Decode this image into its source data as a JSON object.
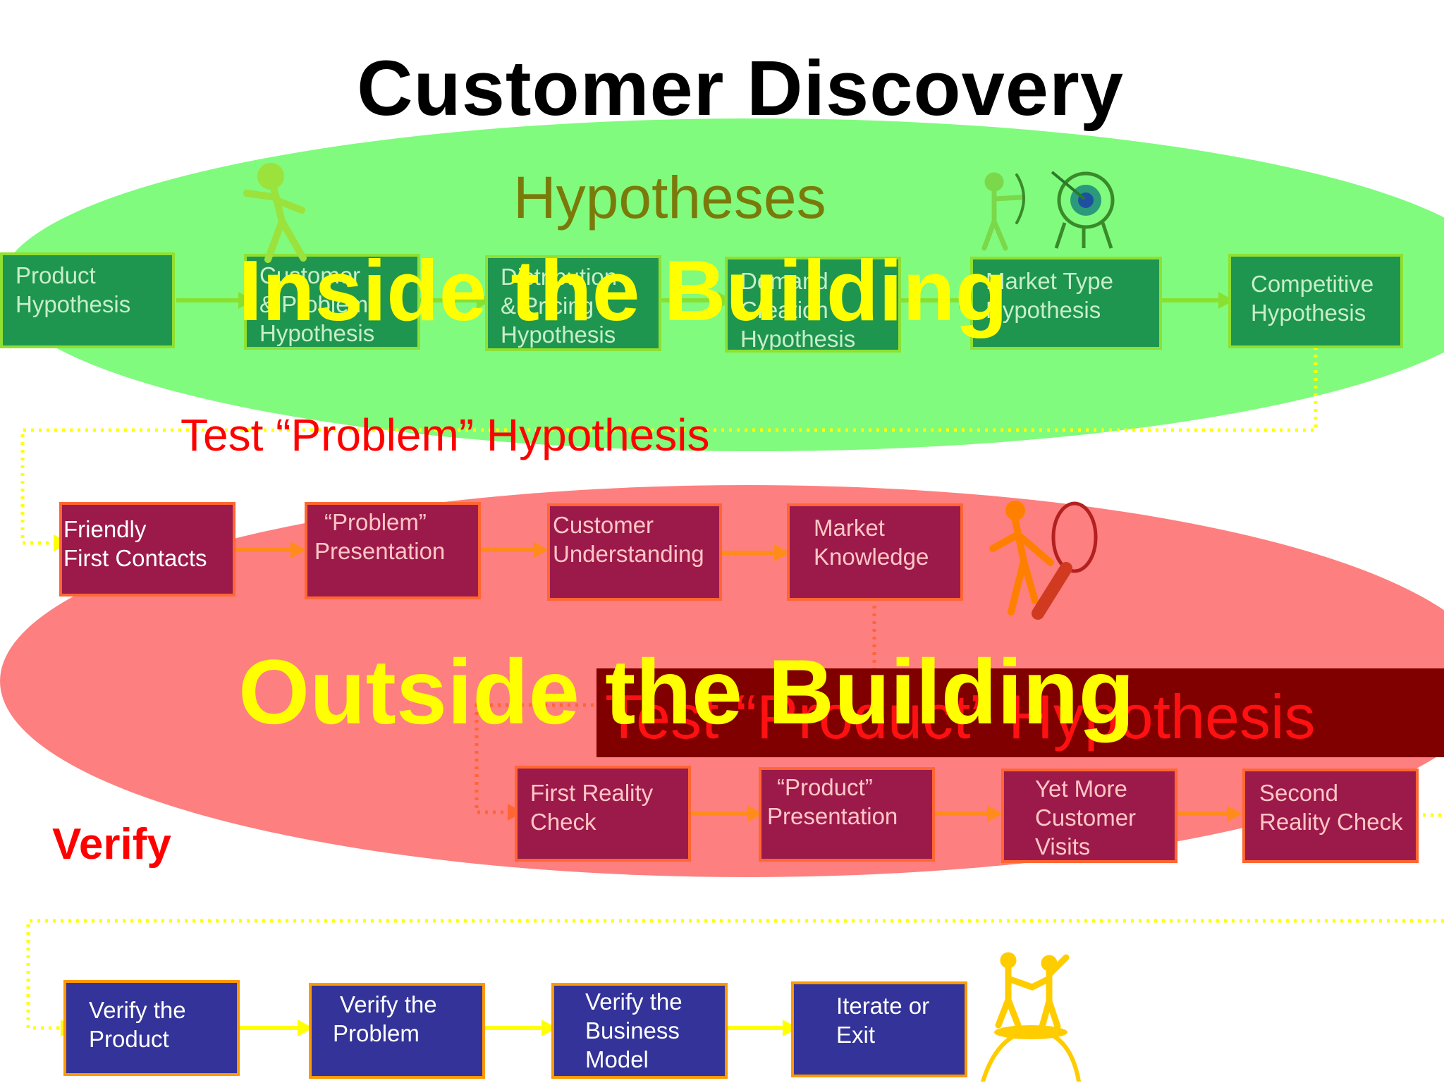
{
  "title": "Customer Discovery",
  "hypotheses_label": "Hypotheses",
  "inside_label": "Inside the Building",
  "outside_label": "Outside the Building",
  "test_problem_label": "Test “Problem” Hypothesis",
  "test_product_label": "Test “Product” Hypothesis",
  "verify_label": "Verify",
  "colors": {
    "green_ellipse": "#80fb7e",
    "red_ellipse": "#fd7f7f",
    "hypothesis_box": "#1e9650",
    "test_box": "#9c1a4a",
    "verify_box": "#333399",
    "overlay_text": "#ffff00"
  },
  "hypotheses_row": [
    {
      "line1": "Product",
      "line2": "Hypothesis"
    },
    {
      "line1": "Customer",
      "line2": "& Problem",
      "line3": "Hypothesis"
    },
    {
      "line1": "Distribution",
      "line2": "& Pricing",
      "line3": "Hypothesis"
    },
    {
      "line1": "Demand",
      "line2": "Creation",
      "line3": "Hypothesis"
    },
    {
      "line1": "Market Type",
      "line2": "Hypothesis"
    },
    {
      "line1": "Competitive",
      "line2": "Hypothesis"
    }
  ],
  "problem_row": [
    {
      "line1": "Friendly",
      "line2": "First Contacts"
    },
    {
      "line1": "“Problem”",
      "line2": "Presentation"
    },
    {
      "line1": "Customer",
      "line2": "Understanding"
    },
    {
      "line1": "Market",
      "line2": "Knowledge"
    }
  ],
  "product_row": [
    {
      "line1": "First Reality",
      "line2": "Check"
    },
    {
      "line1": "“Product”",
      "line2": "Presentation"
    },
    {
      "line1": "Yet More",
      "line2": "Customer",
      "line3": "Visits"
    },
    {
      "line1": "Second",
      "line2": "Reality Check"
    }
  ],
  "verify_row": [
    {
      "line1": "Verify the",
      "line2": "Product"
    },
    {
      "line1": "Verify the",
      "line2": "Problem"
    },
    {
      "line1": "Verify the",
      "line2": "Business",
      "line3": "Model"
    },
    {
      "line1": "Iterate or",
      "line2": "Exit"
    }
  ],
  "icons": [
    "golfer-figure-icon",
    "archer-figure-icon",
    "target-icon",
    "magnifier-figure-icon",
    "climbers-figure-icon"
  ]
}
